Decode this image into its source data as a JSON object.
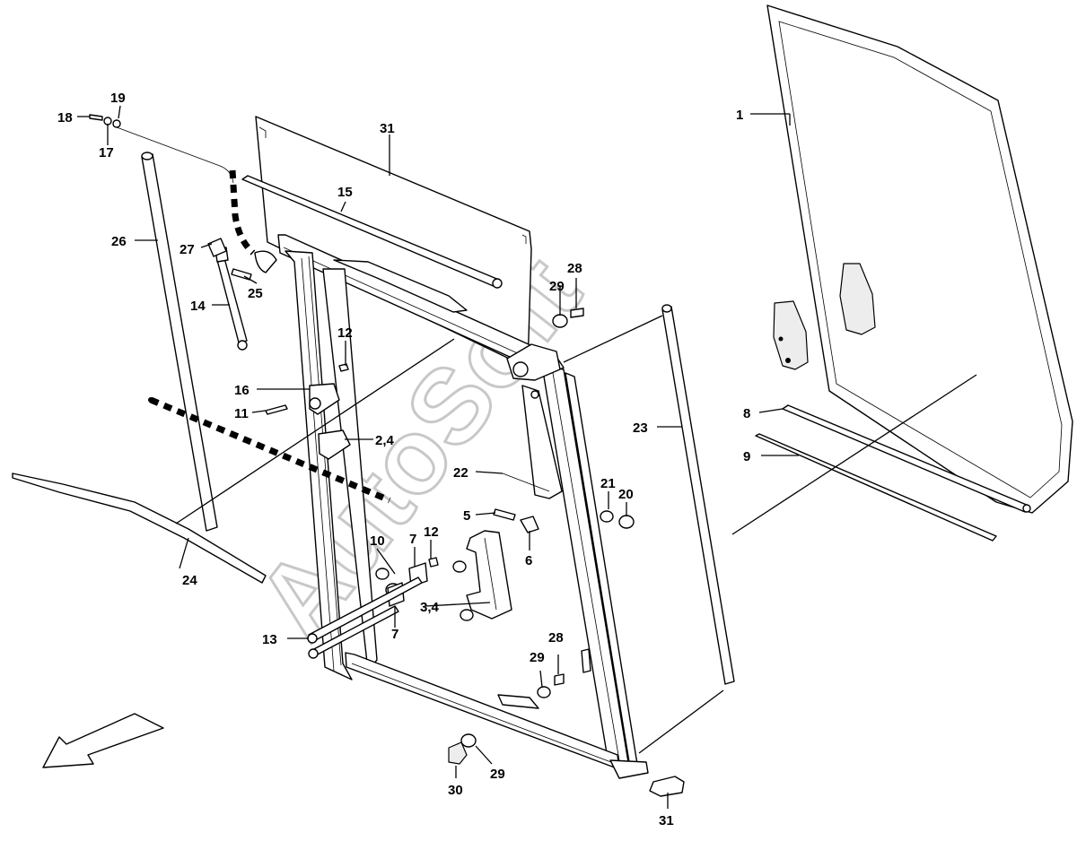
{
  "watermark": "AutoSoft",
  "callouts": [
    {
      "id": "1",
      "text": "1"
    },
    {
      "id": "2_4",
      "text": "2,4"
    },
    {
      "id": "3_4",
      "text": "3,4"
    },
    {
      "id": "5",
      "text": "5"
    },
    {
      "id": "6",
      "text": "6"
    },
    {
      "id": "7a",
      "text": "7"
    },
    {
      "id": "7b",
      "text": "7"
    },
    {
      "id": "8",
      "text": "8"
    },
    {
      "id": "9",
      "text": "9"
    },
    {
      "id": "10",
      "text": "10"
    },
    {
      "id": "11",
      "text": "11"
    },
    {
      "id": "12a",
      "text": "12"
    },
    {
      "id": "12b",
      "text": "12"
    },
    {
      "id": "13",
      "text": "13"
    },
    {
      "id": "14",
      "text": "14"
    },
    {
      "id": "15",
      "text": "15"
    },
    {
      "id": "16",
      "text": "16"
    },
    {
      "id": "17",
      "text": "17"
    },
    {
      "id": "18",
      "text": "18"
    },
    {
      "id": "19",
      "text": "19"
    },
    {
      "id": "20",
      "text": "20"
    },
    {
      "id": "21",
      "text": "21"
    },
    {
      "id": "22",
      "text": "22"
    },
    {
      "id": "23",
      "text": "23"
    },
    {
      "id": "24",
      "text": "24"
    },
    {
      "id": "25",
      "text": "25"
    },
    {
      "id": "26",
      "text": "26"
    },
    {
      "id": "27",
      "text": "27"
    },
    {
      "id": "28a",
      "text": "28"
    },
    {
      "id": "28b",
      "text": "28"
    },
    {
      "id": "29a",
      "text": "29"
    },
    {
      "id": "29b",
      "text": "29"
    },
    {
      "id": "29c",
      "text": "29"
    },
    {
      "id": "30",
      "text": "30"
    },
    {
      "id": "31a",
      "text": "31"
    },
    {
      "id": "31b",
      "text": "31"
    }
  ]
}
